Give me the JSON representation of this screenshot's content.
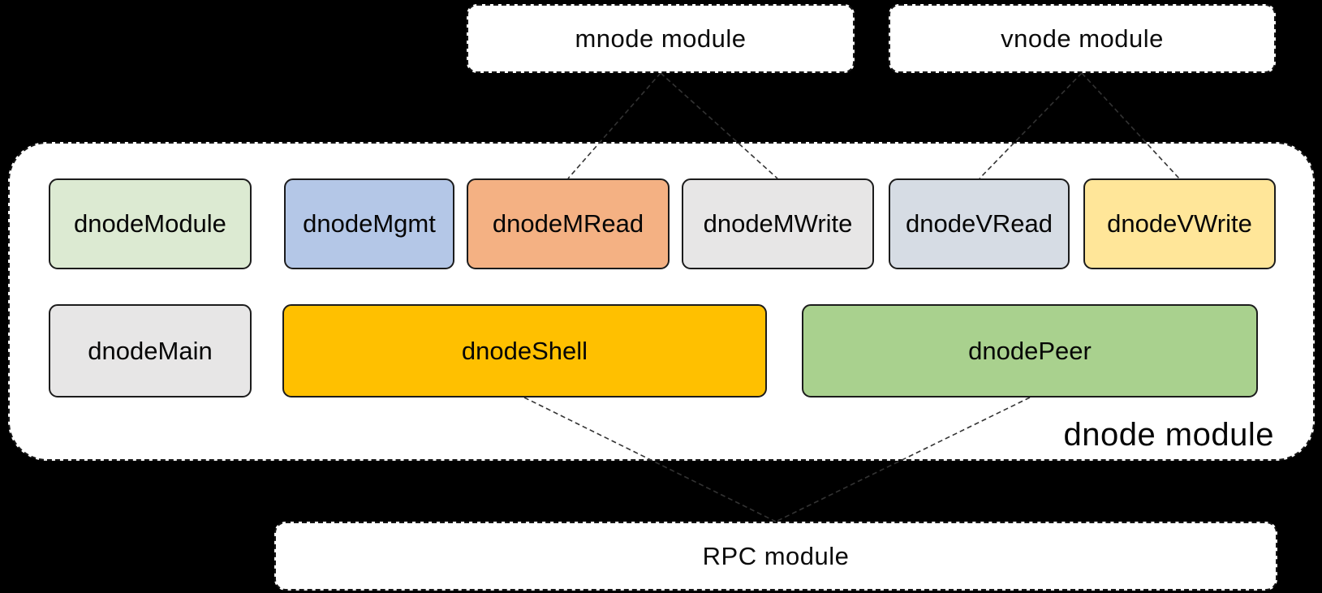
{
  "modules": {
    "mnode": {
      "label": "mnode module"
    },
    "vnode": {
      "label": "vnode module"
    },
    "rpc": {
      "label": "RPC module"
    },
    "dnode": {
      "label": "dnode module"
    }
  },
  "dnode_components": {
    "row1": [
      {
        "label": "dnodeModule",
        "fill": "#dcead2"
      },
      {
        "label": "dnodeMgmt",
        "fill": "#b4c7e7"
      },
      {
        "label": "dnodeMRead",
        "fill": "#f4b183"
      },
      {
        "label": "dnodeMWrite",
        "fill": "#e7e6e6"
      },
      {
        "label": "dnodeVRead",
        "fill": "#d6dce4"
      },
      {
        "label": "dnodeVWrite",
        "fill": "#ffe699"
      }
    ],
    "row2": [
      {
        "label": "dnodeMain",
        "fill": "#e7e6e6"
      },
      {
        "label": "dnodeShell",
        "fill": "#ffc000"
      },
      {
        "label": "dnodePeer",
        "fill": "#a9d18e"
      }
    ]
  },
  "connections": [
    {
      "from": "mnode module",
      "to": "dnodeMRead",
      "style": "dashed"
    },
    {
      "from": "mnode module",
      "to": "dnodeMWrite",
      "style": "dashed"
    },
    {
      "from": "vnode module",
      "to": "dnodeVRead",
      "style": "dashed"
    },
    {
      "from": "vnode module",
      "to": "dnodeVWrite",
      "style": "dashed"
    },
    {
      "from": "dnodeShell",
      "to": "RPC module",
      "style": "dashed"
    },
    {
      "from": "dnodePeer",
      "to": "RPC module",
      "style": "dashed"
    }
  ],
  "colors": {
    "background": "#000000",
    "box_background": "#ffffff",
    "border": "#161616",
    "connector": "#333333"
  }
}
